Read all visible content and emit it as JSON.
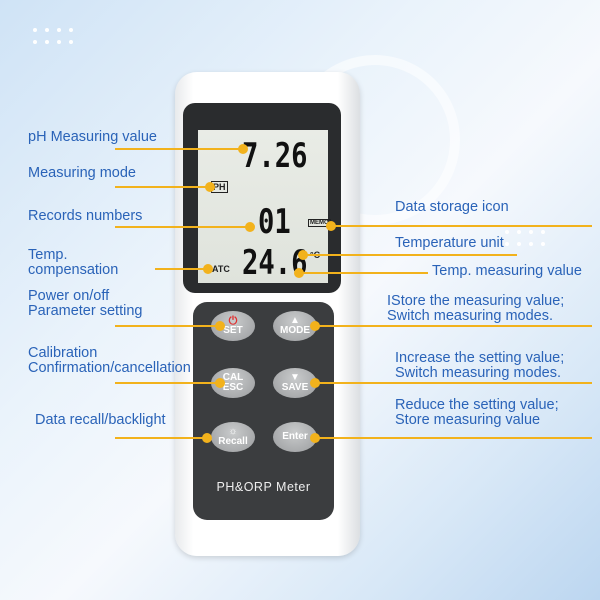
{
  "colors": {
    "label": "#2a63b8",
    "leader": "#f2b21c",
    "panel": "#3b3d3f"
  },
  "display": {
    "ph_value": "7.26",
    "mode_icon": "PH",
    "record_number": "01",
    "memo_icon": "MEMO",
    "temperature": "24.6",
    "temp_unit": "°C",
    "atc": "ATC"
  },
  "buttons": {
    "set": "SET",
    "mode": "MODE",
    "cal": "CAL",
    "esc": "ESC",
    "save": "SAVE",
    "recall": "Recall",
    "enter": "Enter"
  },
  "device_name": "PH&ORP Meter",
  "left_labels": {
    "ph": "pH Measuring value",
    "mode": "Measuring mode",
    "records": "Records numbers",
    "temp_comp_1": "Temp.",
    "temp_comp_2": "compensation",
    "power_1": "Power on/off",
    "power_2": "Parameter setting",
    "cal_1": "Calibration",
    "cal_2": "Confirmation/cancellation",
    "recall": "Data recall/backlight"
  },
  "right_labels": {
    "storage": "Data storage icon",
    "temp_unit": "Temperature unit",
    "temp_value": "Temp. measuring value",
    "mode_1": "IStore the measuring value;",
    "mode_2": "Switch measuring modes.",
    "save_1": "Increase the setting value;",
    "save_2": "Switch measuring modes.",
    "enter_1": "Reduce the setting value;",
    "enter_2": "Store measuring value"
  }
}
